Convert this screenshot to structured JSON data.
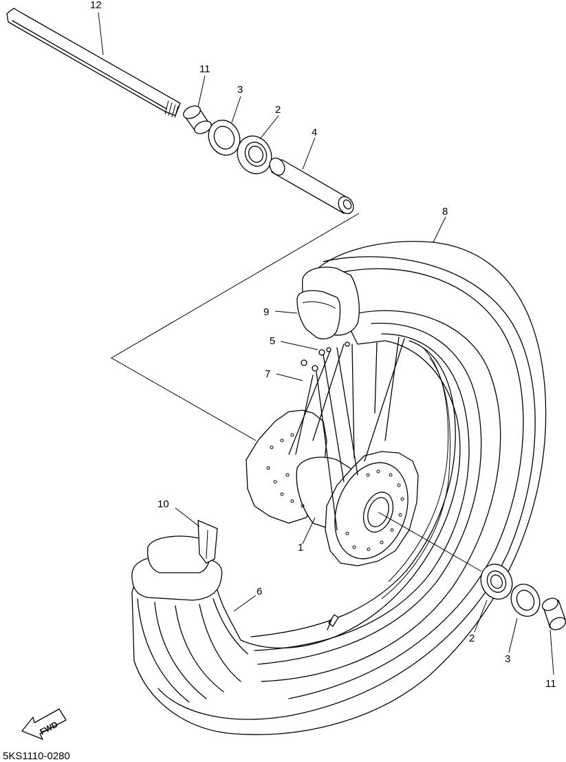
{
  "diagram": {
    "drawing_code": "5KS1110-0280",
    "direction_label": "FWD",
    "callouts": [
      {
        "id": "12",
        "label": "12"
      },
      {
        "id": "11a",
        "label": "11"
      },
      {
        "id": "3a",
        "label": "3"
      },
      {
        "id": "2a",
        "label": "2"
      },
      {
        "id": "4",
        "label": "4"
      },
      {
        "id": "8",
        "label": "8"
      },
      {
        "id": "9",
        "label": "9"
      },
      {
        "id": "5",
        "label": "5"
      },
      {
        "id": "7",
        "label": "7"
      },
      {
        "id": "10",
        "label": "10"
      },
      {
        "id": "1",
        "label": "1"
      },
      {
        "id": "6",
        "label": "6"
      },
      {
        "id": "2b",
        "label": "2"
      },
      {
        "id": "3b",
        "label": "3"
      },
      {
        "id": "11b",
        "label": "11"
      }
    ]
  }
}
